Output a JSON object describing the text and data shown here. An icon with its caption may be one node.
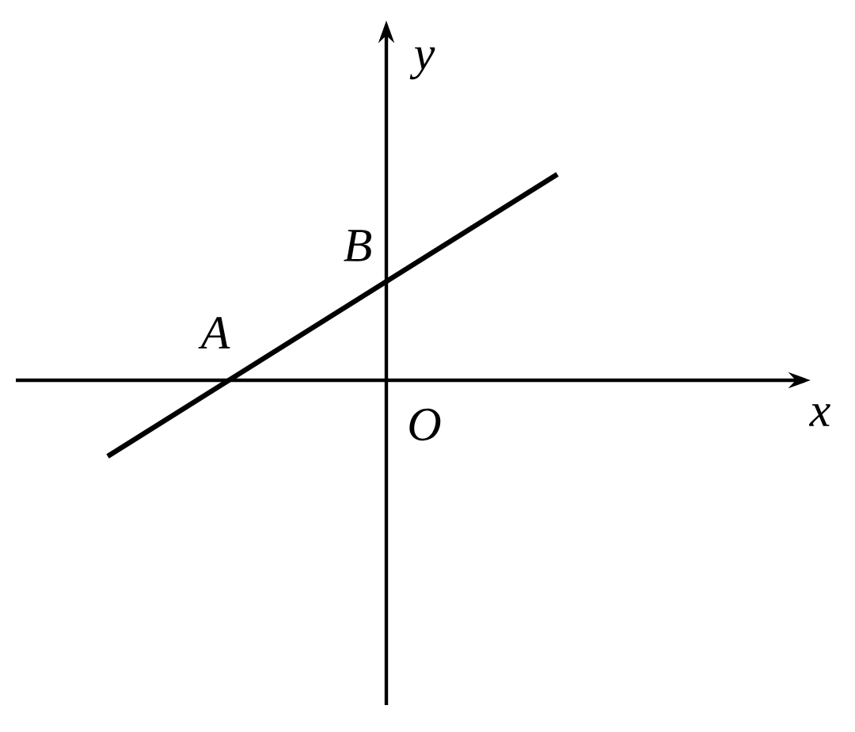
{
  "diagram": {
    "labels": [
      "y",
      "B",
      "A",
      "O",
      "x"
    ]
  }
}
